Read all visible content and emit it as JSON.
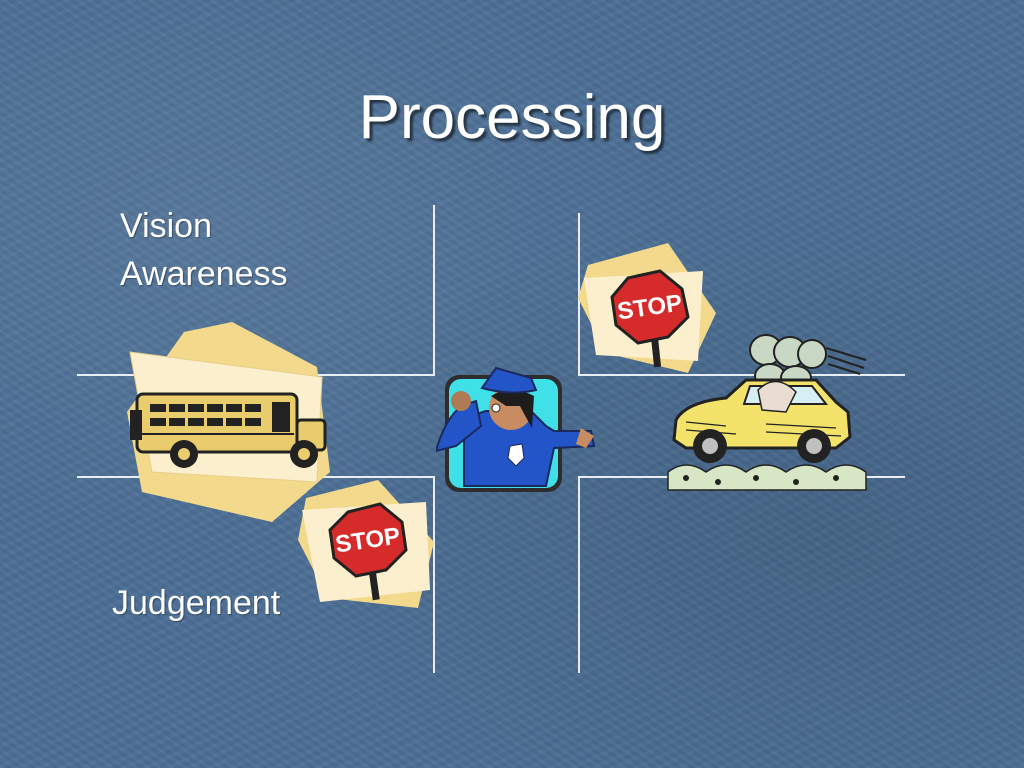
{
  "slide": {
    "title": "Processing",
    "labels": {
      "vision": "Vision",
      "awareness": "Awareness",
      "judgement": "Judgement"
    },
    "signs": {
      "stop_text": "STOP"
    },
    "icons": [
      "school-bus-icon",
      "stop-sign-icon",
      "police-officer-icon",
      "car-icon"
    ]
  }
}
